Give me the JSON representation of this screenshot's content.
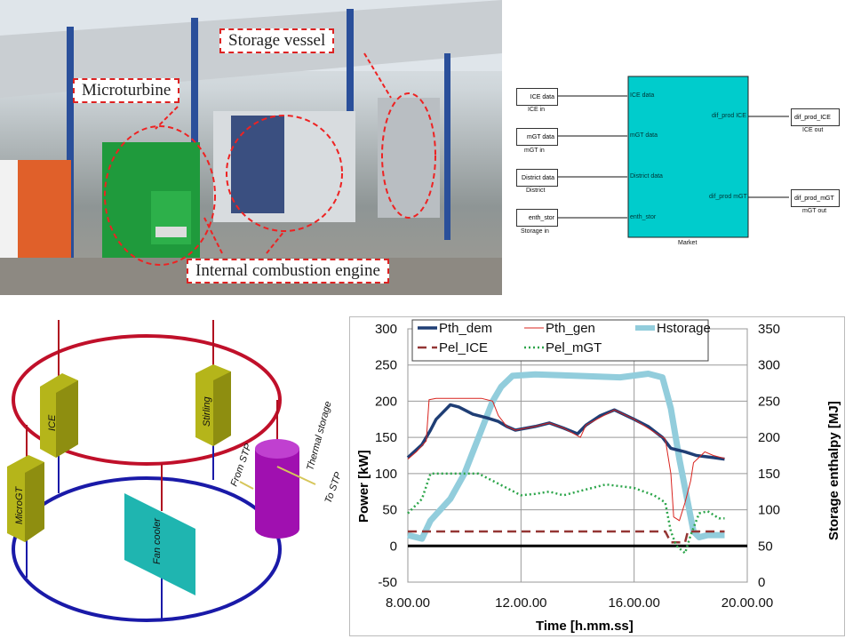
{
  "photo": {
    "labels": {
      "storage_vessel": "Storage vessel",
      "microturbine": "Microturbine",
      "ice": "Internal combustion engine"
    }
  },
  "simulink": {
    "inputs": [
      {
        "port": "ICE data",
        "caption": "ICE in"
      },
      {
        "port": "mGT data",
        "caption": "mGT in"
      },
      {
        "port": "District data",
        "caption": "District"
      },
      {
        "port": "enth_stor",
        "caption": "Storage in"
      }
    ],
    "block_inputs": [
      "ICE data",
      "mGT data",
      "District data",
      "enth_stor"
    ],
    "block_outputs": [
      "dif_prod ICE",
      "dif_prod mGT"
    ],
    "block_name": "Market",
    "outputs": [
      {
        "port": "dif_prod_ICE",
        "caption": "ICE out"
      },
      {
        "port": "dif_prod_mGT",
        "caption": "mGT out"
      }
    ],
    "block_color": "#00cccc"
  },
  "diagram": {
    "units": [
      "ICE",
      "Stirling",
      "MicroGT"
    ],
    "fan_cooler": "Fan cooler",
    "thermal_storage": "Thermal storage",
    "from_stp": "From STP",
    "to_stp": "To STP",
    "hot_color": "#c0102a",
    "cold_color": "#1a1aa8"
  },
  "chart_data": {
    "type": "line",
    "xlabel": "Time [h.mm.ss]",
    "ylabel": "Power [kW]",
    "y2label": "Storage enthalpy [MJ]",
    "xlim": [
      8,
      20
    ],
    "ylim": [
      -50,
      300
    ],
    "y2lim": [
      0,
      350
    ],
    "xticks": [
      "8.00.00",
      "12.00.00",
      "16.00.00",
      "20.00.00"
    ],
    "yticks": [
      "300",
      "250",
      "200",
      "150",
      "100",
      "50",
      "0",
      "-50"
    ],
    "y2ticks": [
      "350",
      "300",
      "250",
      "200",
      "150",
      "100",
      "50",
      "0"
    ],
    "grid": true,
    "legend": "top",
    "series": [
      {
        "name": "Pth_dem",
        "axis": "left",
        "color": "#1f3e75",
        "style": "thick",
        "points": [
          [
            8,
            122
          ],
          [
            8.5,
            140
          ],
          [
            8.8,
            160
          ],
          [
            9,
            175
          ],
          [
            9.5,
            195
          ],
          [
            9.8,
            192
          ],
          [
            10.3,
            182
          ],
          [
            10.8,
            177
          ],
          [
            11.2,
            172
          ],
          [
            11.5,
            165
          ],
          [
            11.8,
            160
          ],
          [
            12.5,
            165
          ],
          [
            13,
            170
          ],
          [
            13.5,
            163
          ],
          [
            14,
            155
          ],
          [
            14.3,
            167
          ],
          [
            14.8,
            180
          ],
          [
            15.3,
            188
          ],
          [
            16,
            175
          ],
          [
            16.5,
            165
          ],
          [
            17,
            150
          ],
          [
            17.3,
            135
          ],
          [
            17.8,
            130
          ],
          [
            18.2,
            125
          ],
          [
            18.8,
            122
          ],
          [
            19.2,
            120
          ]
        ]
      },
      {
        "name": "Pth_gen",
        "axis": "left",
        "color": "#d9241f",
        "style": "thin",
        "points": [
          [
            8,
            120
          ],
          [
            8.3,
            130
          ],
          [
            8.65,
            145
          ],
          [
            8.75,
            202
          ],
          [
            9,
            204
          ],
          [
            10.6,
            204
          ],
          [
            11,
            200
          ],
          [
            11.2,
            180
          ],
          [
            11.5,
            165
          ],
          [
            11.8,
            160
          ],
          [
            12.5,
            165
          ],
          [
            13,
            170
          ],
          [
            13.5,
            163
          ],
          [
            14.1,
            150
          ],
          [
            14.3,
            167
          ],
          [
            15.3,
            188
          ],
          [
            16,
            175
          ],
          [
            16.6,
            160
          ],
          [
            17.1,
            148
          ],
          [
            17.3,
            100
          ],
          [
            17.4,
            40
          ],
          [
            17.6,
            35
          ],
          [
            17.8,
            60
          ],
          [
            18,
            90
          ],
          [
            18.1,
            115
          ],
          [
            18.5,
            130
          ],
          [
            18.8,
            125
          ],
          [
            19.2,
            121
          ]
        ]
      },
      {
        "name": "Hstorage",
        "axis": "right",
        "color": "#92cddc",
        "style": "wide",
        "points": [
          [
            8,
            65
          ],
          [
            8.5,
            60
          ],
          [
            8.8,
            85
          ],
          [
            9.5,
            115
          ],
          [
            10,
            150
          ],
          [
            10.5,
            200
          ],
          [
            11,
            250
          ],
          [
            11.3,
            270
          ],
          [
            11.7,
            285
          ],
          [
            12.5,
            287
          ],
          [
            14,
            285
          ],
          [
            15.5,
            283
          ],
          [
            16.5,
            288
          ],
          [
            17,
            283
          ],
          [
            17.3,
            240
          ],
          [
            17.6,
            170
          ],
          [
            17.9,
            110
          ],
          [
            18.1,
            70
          ],
          [
            18.3,
            62
          ],
          [
            18.6,
            65
          ],
          [
            19.2,
            65
          ]
        ]
      },
      {
        "name": "Pel_ICE",
        "axis": "left",
        "color": "#943634",
        "style": "dashed",
        "points": [
          [
            8,
            20
          ],
          [
            17.1,
            20
          ],
          [
            17.3,
            5
          ],
          [
            17.8,
            5
          ],
          [
            17.9,
            20
          ],
          [
            19.2,
            20
          ]
        ]
      },
      {
        "name": "Pel_mGT",
        "axis": "left",
        "color": "#2ca54a",
        "style": "dotted",
        "points": [
          [
            8,
            45
          ],
          [
            8.5,
            65
          ],
          [
            8.8,
            100
          ],
          [
            9.5,
            100
          ],
          [
            10.5,
            100
          ],
          [
            11.5,
            80
          ],
          [
            12,
            70
          ],
          [
            12.5,
            72
          ],
          [
            13,
            75
          ],
          [
            13.5,
            70
          ],
          [
            14,
            75
          ],
          [
            15,
            85
          ],
          [
            16,
            80
          ],
          [
            16.7,
            70
          ],
          [
            17.1,
            60
          ],
          [
            17.3,
            20
          ],
          [
            17.5,
            0
          ],
          [
            17.8,
            -10
          ],
          [
            18,
            15
          ],
          [
            18.3,
            45
          ],
          [
            18.6,
            48
          ],
          [
            19,
            38
          ],
          [
            19.2,
            38
          ]
        ]
      }
    ]
  }
}
